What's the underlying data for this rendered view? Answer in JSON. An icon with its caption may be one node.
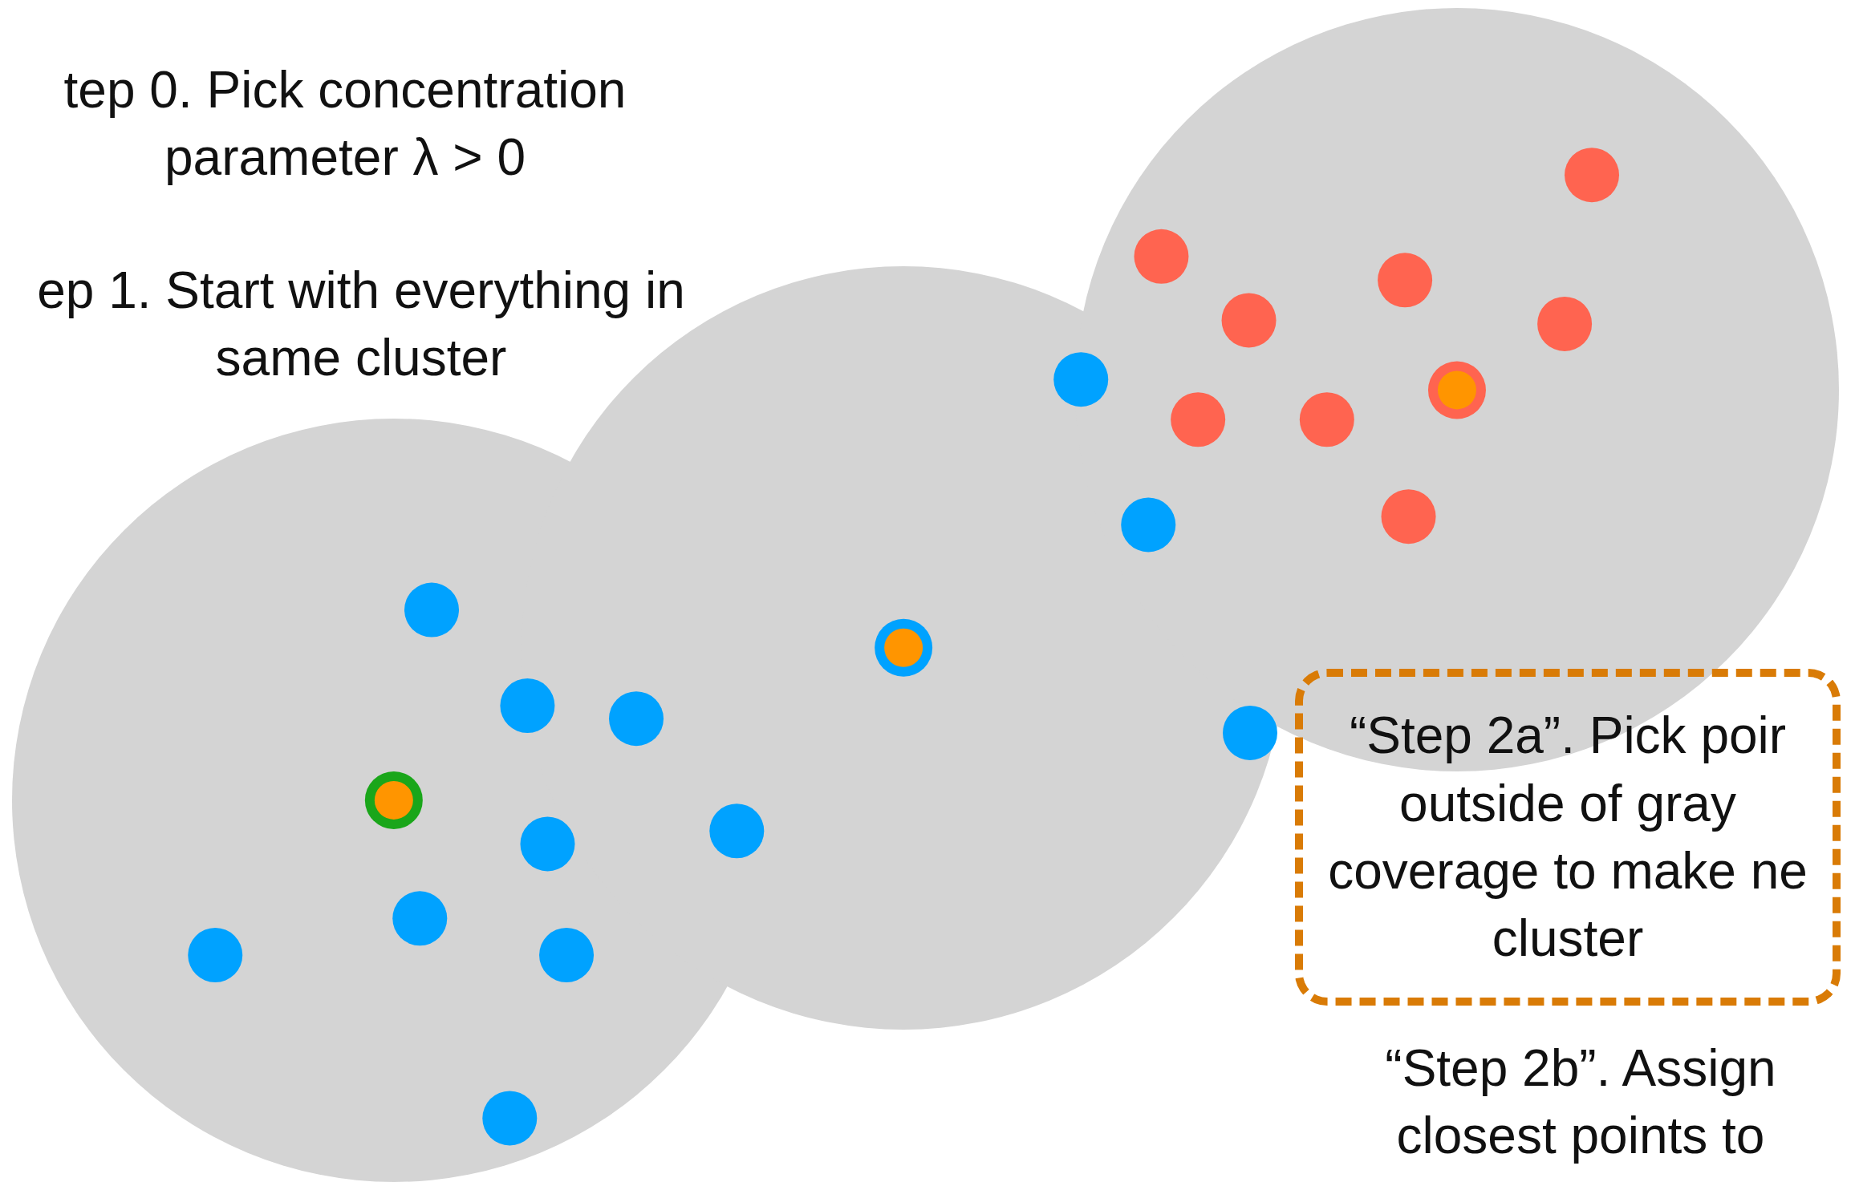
{
  "diagram": {
    "nodes": [
      {
        "text": [
          "“Step 2a”. Pick poir outside of gray coverage to make ne cluster"
        ]
      }
    ],
    "edges": [],
    "labels": [
      "tep 0. Pick concentration parameter λ > 0",
      "ep 1. Start with everything in same cluster",
      "“Step 2b”. Assign closest points to"
    ]
  }
}
